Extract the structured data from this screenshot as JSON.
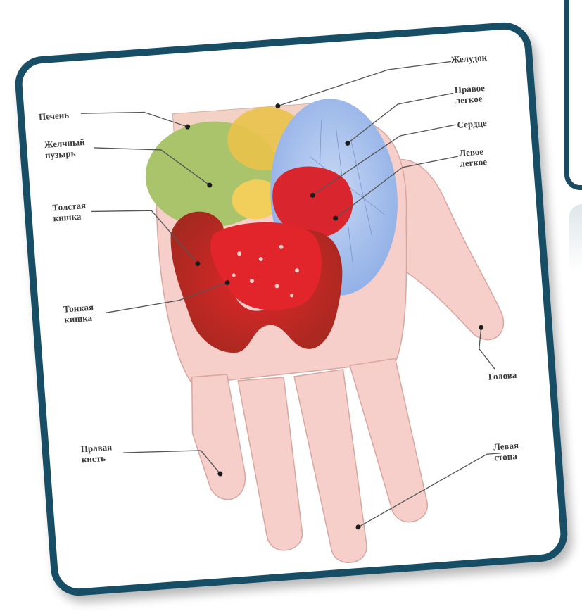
{
  "labels": {
    "liver": "Печень",
    "gallbladder_1": "Желчный",
    "gallbladder_2": "пузырь",
    "large_intestine_1": "Толстая",
    "large_intestine_2": "кишка",
    "small_intestine_1": "Тонкая",
    "small_intestine_2": "кишка",
    "right_hand_1": "Правая",
    "right_hand_2": "кисть",
    "stomach": "Желудок",
    "right_lung_1": "Правое",
    "right_lung_2": "легкое",
    "heart": "Сердце",
    "left_lung_1": "Левое",
    "left_lung_2": "легкое",
    "head": "Голова",
    "left_foot_1": "Левая",
    "left_foot_2": "стопа"
  },
  "colors": {
    "frame": "#174e66",
    "skin": "#f4c9c4",
    "liver": "#a9c46a",
    "stomach": "#e9c24a",
    "lung": "#9db8ea",
    "heart": "#d9262e",
    "intestine": "#c0392b"
  }
}
